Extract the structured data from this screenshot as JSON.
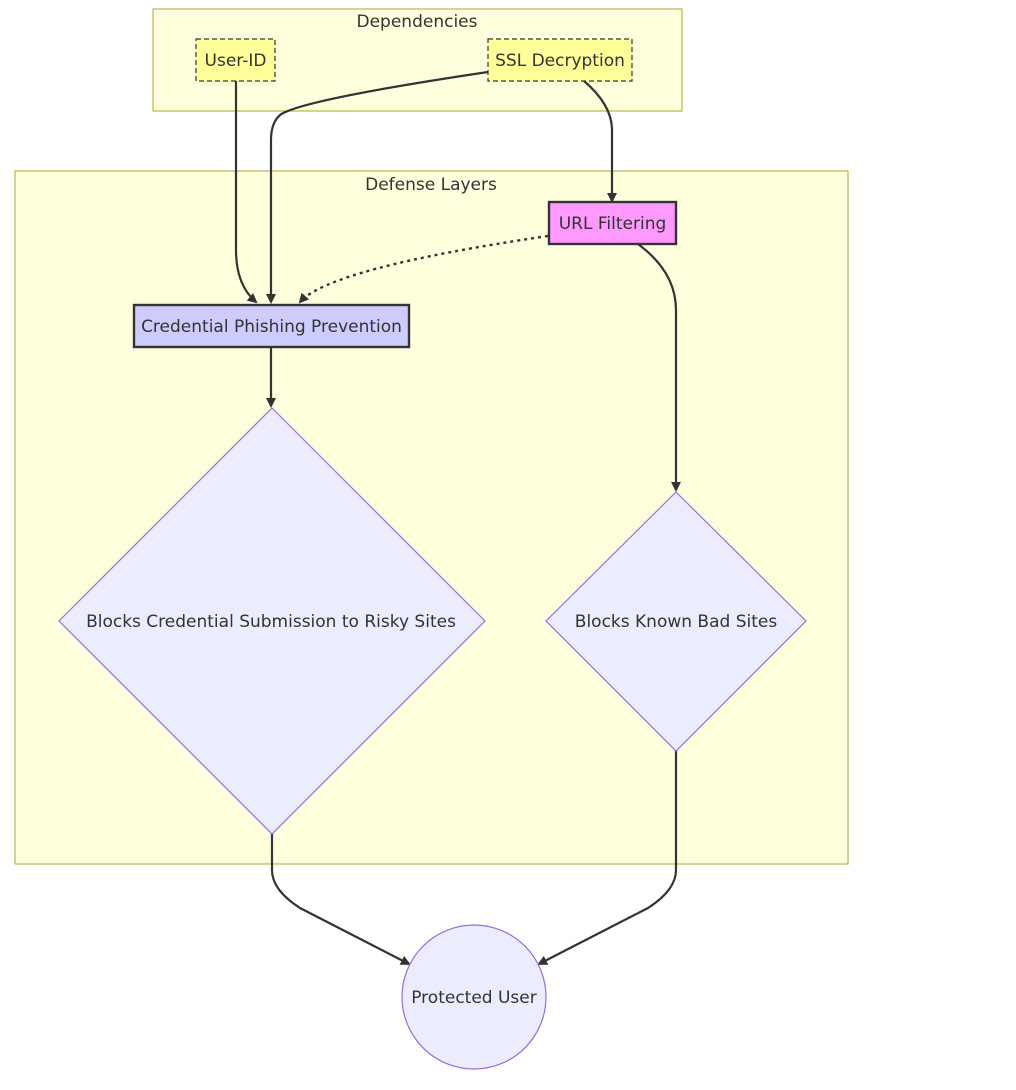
{
  "clusters": {
    "dependencies": {
      "label": "Dependencies"
    },
    "defense_layers": {
      "label": "Defense Layers"
    }
  },
  "nodes": {
    "user_id": {
      "label": "User-ID"
    },
    "ssl_decryption": {
      "label": "SSL Decryption"
    },
    "url_filtering": {
      "label": "URL Filtering"
    },
    "credential_phishing": {
      "label": "Credential Phishing Prevention"
    },
    "blocks_credential": {
      "label": "Blocks Credential Submission to Risky Sites"
    },
    "blocks_known_bad": {
      "label": "Blocks Known Bad Sites"
    },
    "protected_user": {
      "label": "Protected User"
    }
  },
  "colors": {
    "cluster_fill": "#ffffde",
    "cluster_stroke": "#aaaa33",
    "dependency_fill": "#ffff99",
    "url_filtering_fill": "#ff99ff",
    "credential_fill": "#ccccff",
    "default_fill": "#ececff",
    "default_stroke": "#9370db",
    "edge": "#333333"
  }
}
